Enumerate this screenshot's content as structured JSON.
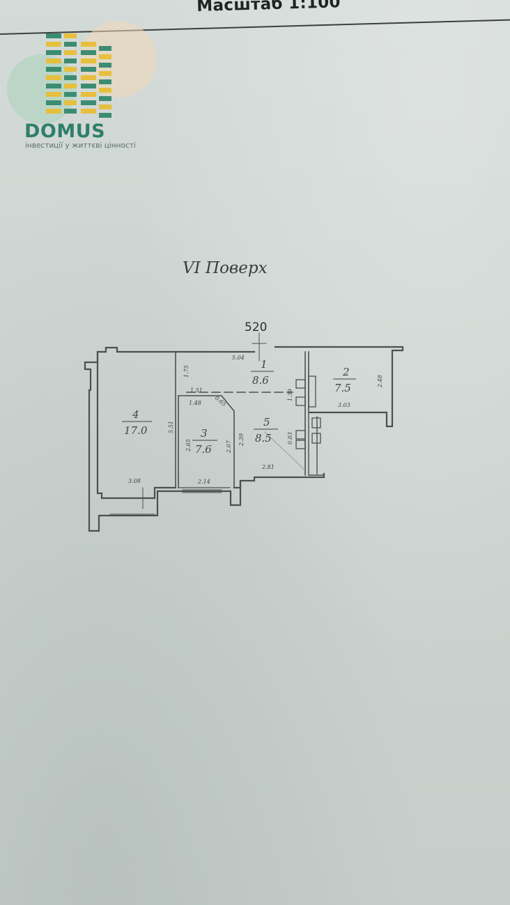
{
  "header": {
    "scale_label": "Масштаб 1:100"
  },
  "logo": {
    "brand": "DOMUS",
    "tagline": "інвестиції у життєві цінності",
    "colors": {
      "green": "#3c8c72",
      "yellow": "#e6bf3d",
      "peach": "#f0d9b8"
    }
  },
  "floor": {
    "title": "VI Поверх"
  },
  "plan": {
    "building_code": "520",
    "rooms": [
      {
        "number": "1",
        "area": "8.6"
      },
      {
        "number": "2",
        "area": "7.5"
      },
      {
        "number": "3",
        "area": "7.6"
      },
      {
        "number": "4",
        "area": "17.0"
      },
      {
        "number": "5",
        "area": "8.5"
      }
    ],
    "dimensions": {
      "top_corridor": "5.04",
      "room2_height": "2.48",
      "room2_width": "3.03",
      "corridor_left_height": "1.75",
      "room3_top_outer": "1.51",
      "room3_top_inner": "1.48",
      "room3_diag": "0.65",
      "room4_height": "5.51",
      "room3_left": "2.65",
      "room3_right_a": "2.07",
      "room3_right_b": "2.39",
      "room5_right_a": "1.39",
      "room5_right_b": "0.83",
      "room5_bottom": "2.81",
      "room4_bottom": "3.08",
      "room3_bottom": "2.14"
    }
  }
}
